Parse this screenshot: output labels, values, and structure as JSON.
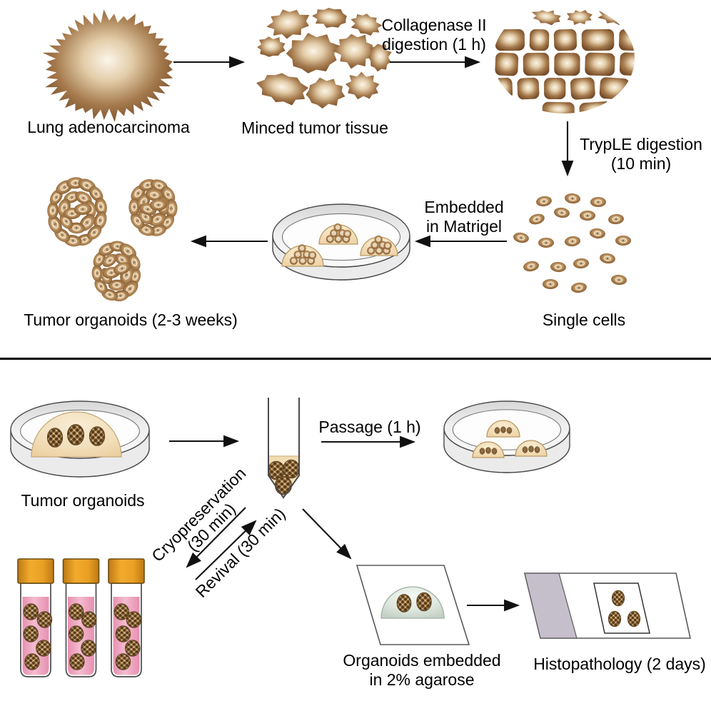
{
  "panel_isolation": {
    "labels": {
      "lung": "Lung adenocarcinoma",
      "minced": "Minced tumor tissue",
      "collagenase": "Collagenase II\ndigestion (1 h)",
      "tryple": "TrypLE digestion\n(10 min)",
      "single_cells": "Single cells",
      "matrigel": "Embedded\nin Matrigel",
      "organoid_clusters": "Tumor organoids (2-3 weeks)"
    }
  },
  "panel_passaging": {
    "labels": {
      "tumor_organoids": "Tumor organoids",
      "passage": "Passage (1 h)",
      "cryopreservation": "Cryopreservation\n(30 min)",
      "revival": "Revival (30 min)",
      "agarose": "Organoids embedded\nin 2% agarose",
      "histopathology": "Histopathology (2 days)"
    }
  },
  "colors": {
    "tissue_brown_dark": "#6e4523",
    "tissue_brown_mid": "#a4794c",
    "tissue_highlight": "#fbf5ea",
    "organoid_body": "#97713c",
    "organoid_dot": "#53381a",
    "matrigel_tan": "#f2dfbc",
    "dish_gray": "#ededed",
    "cryovial_liquid_pink": "#f0a9c2",
    "cryovial_cap_orange": "#e9a024",
    "agarose_gray_green": "#ccd8cd",
    "slide_frost_gray": "#c5becb",
    "arrow_black": "#111111",
    "background": "#ffffff"
  }
}
